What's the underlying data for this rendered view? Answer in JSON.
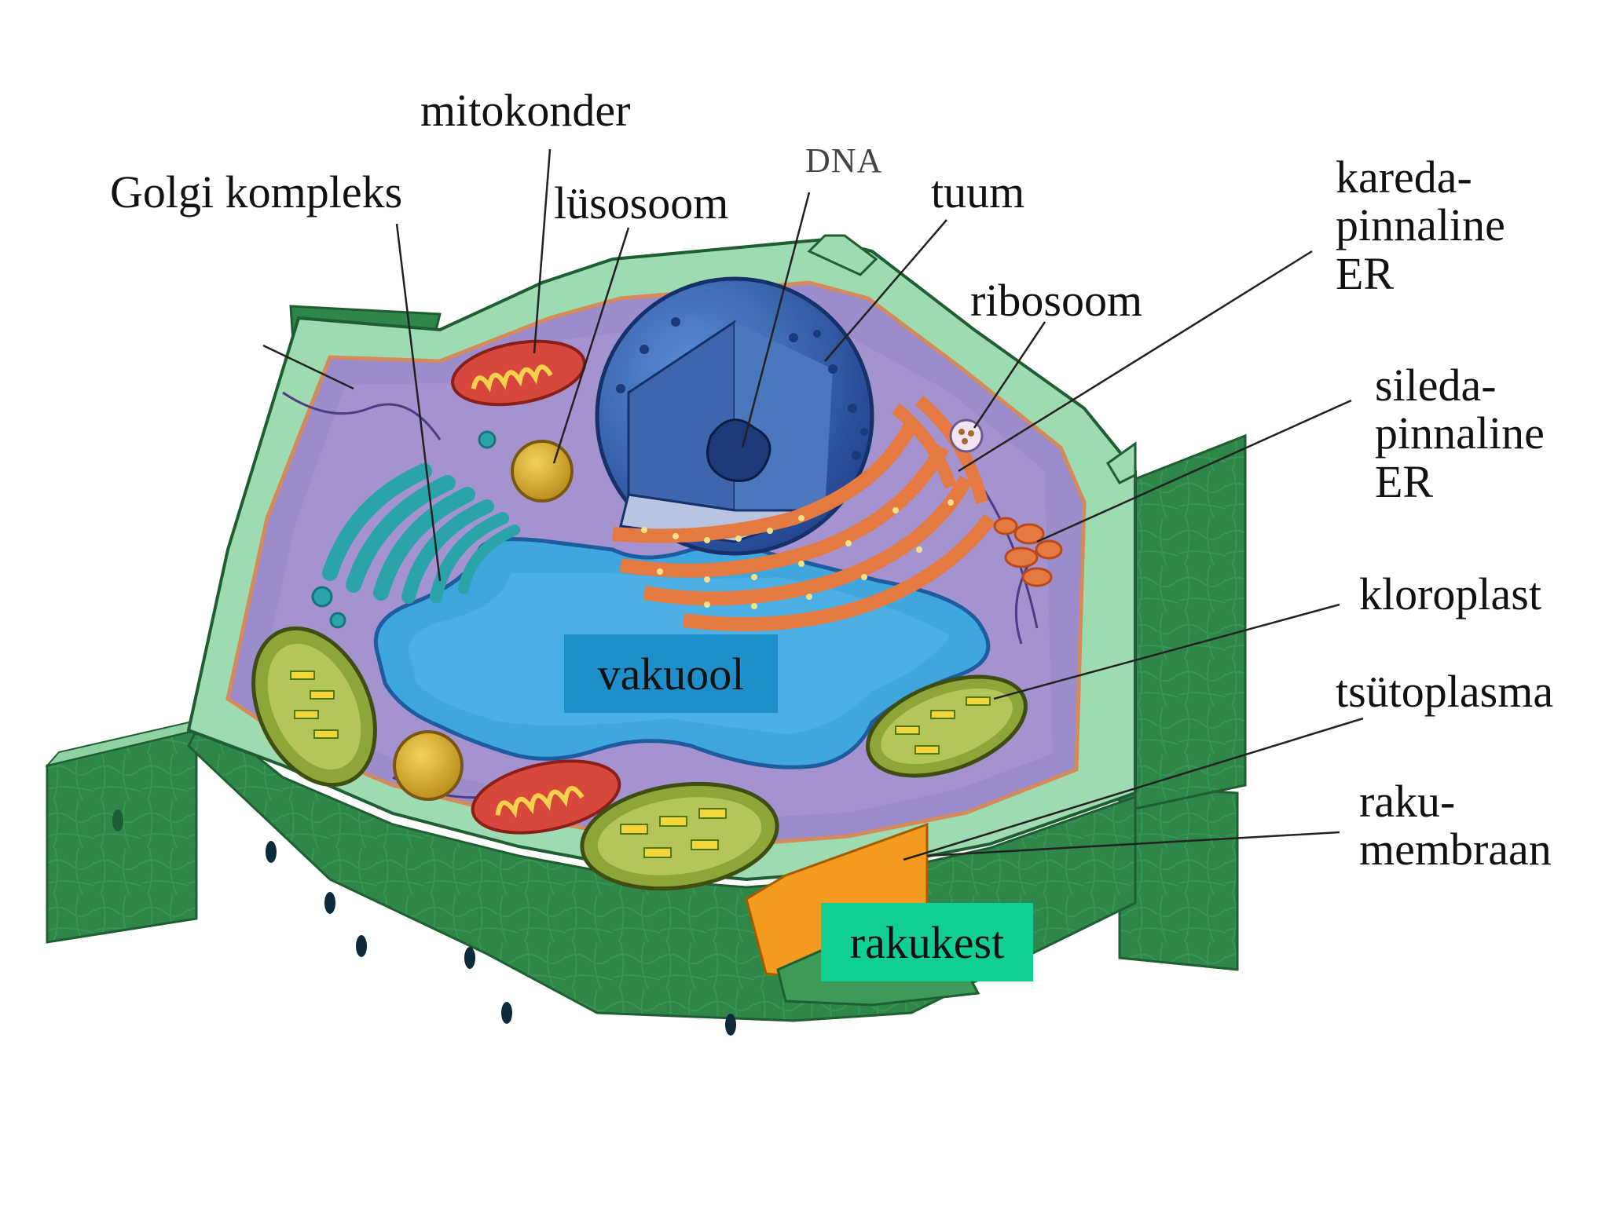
{
  "labels": {
    "golgi": "Golgi kompleks",
    "mitochondrion": "mitokonder",
    "lysosome": "lüsosoom",
    "dna": "DNA",
    "nucleus": "tuum",
    "ribosome": "ribosoom",
    "rough_er": "kareda-\npinnaline\nER",
    "smooth_er": "sileda-\npinnaline\nER",
    "chloroplast": "kloroplast",
    "cytoplasm": "tsütoplasma",
    "cell_membrane": "raku-\nmembraan",
    "vacuole": "vakuool",
    "cell_wall": "rakukest"
  },
  "colors": {
    "vacuole_box": "#1e8fcb",
    "cell_wall_box": "#10cf93",
    "cell_wall": "#2f8a4a",
    "cytoplasm": "#9c8bc6",
    "vacuole": "#3fa3dc",
    "nucleus": "#2f5da8",
    "rough_er": "#e0703a",
    "golgi": "#2aa4a8",
    "mitochondrion": "#d8473b",
    "lysosome": "#d9ad2c",
    "chloroplast": "#8ea53a",
    "middle_lamella": "#f29a1e"
  }
}
